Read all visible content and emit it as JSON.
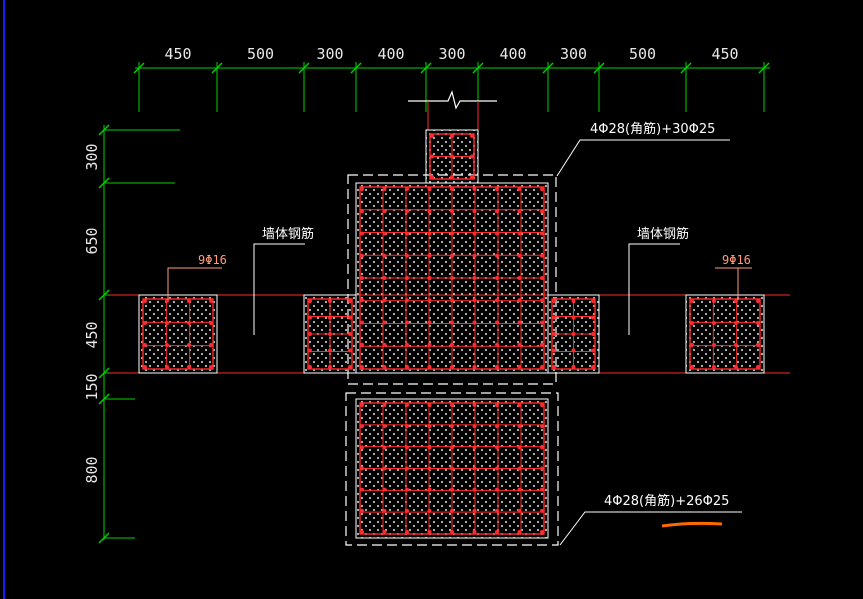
{
  "colors": {
    "background": "#000000",
    "dimension_line": "#00d400",
    "rebar": "#ff2a2a",
    "concrete_outline": "#ffffff",
    "bar_label": "#ff9b7a",
    "highlight_stroke": "#ff6a00",
    "border": "#1a1aff"
  },
  "top_dimensions": [
    "450",
    "500",
    "300",
    "400",
    "300",
    "400",
    "300",
    "500",
    "450"
  ],
  "left_dimensions": [
    "300",
    "650",
    "450",
    "150",
    "800"
  ],
  "labels": {
    "wall_rebar_left": "墙体钢筋",
    "wall_rebar_right": "墙体钢筋",
    "wall_bars_left": "9Φ16",
    "wall_bars_right": "9Φ16",
    "upper_column_rebar": "4Φ28(角筋)+30Φ25",
    "lower_column_rebar": "4Φ28(角筋)+26Φ25"
  }
}
